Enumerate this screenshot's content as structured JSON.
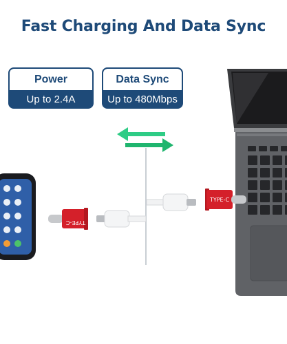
{
  "headline": "Fast Charging And Data Sync",
  "badges": [
    {
      "title": "Power Charging",
      "subtitle": "Up to 2.4A"
    },
    {
      "title": "Data Sync",
      "subtitle": "Up to 480Mbps"
    }
  ],
  "adapters": [
    {
      "label": "TYPE-C"
    },
    {
      "label": "TYPE-C"
    }
  ],
  "colors": {
    "brand": "#1e4a78",
    "arrow": "#26c37a",
    "adapter": "#d4202a",
    "laptop": "#5a5c60"
  },
  "icons": [
    "sync-arrows-icon",
    "smartphone-icon",
    "laptop-icon",
    "usb-cable-icon",
    "type-c-adapter-icon"
  ]
}
